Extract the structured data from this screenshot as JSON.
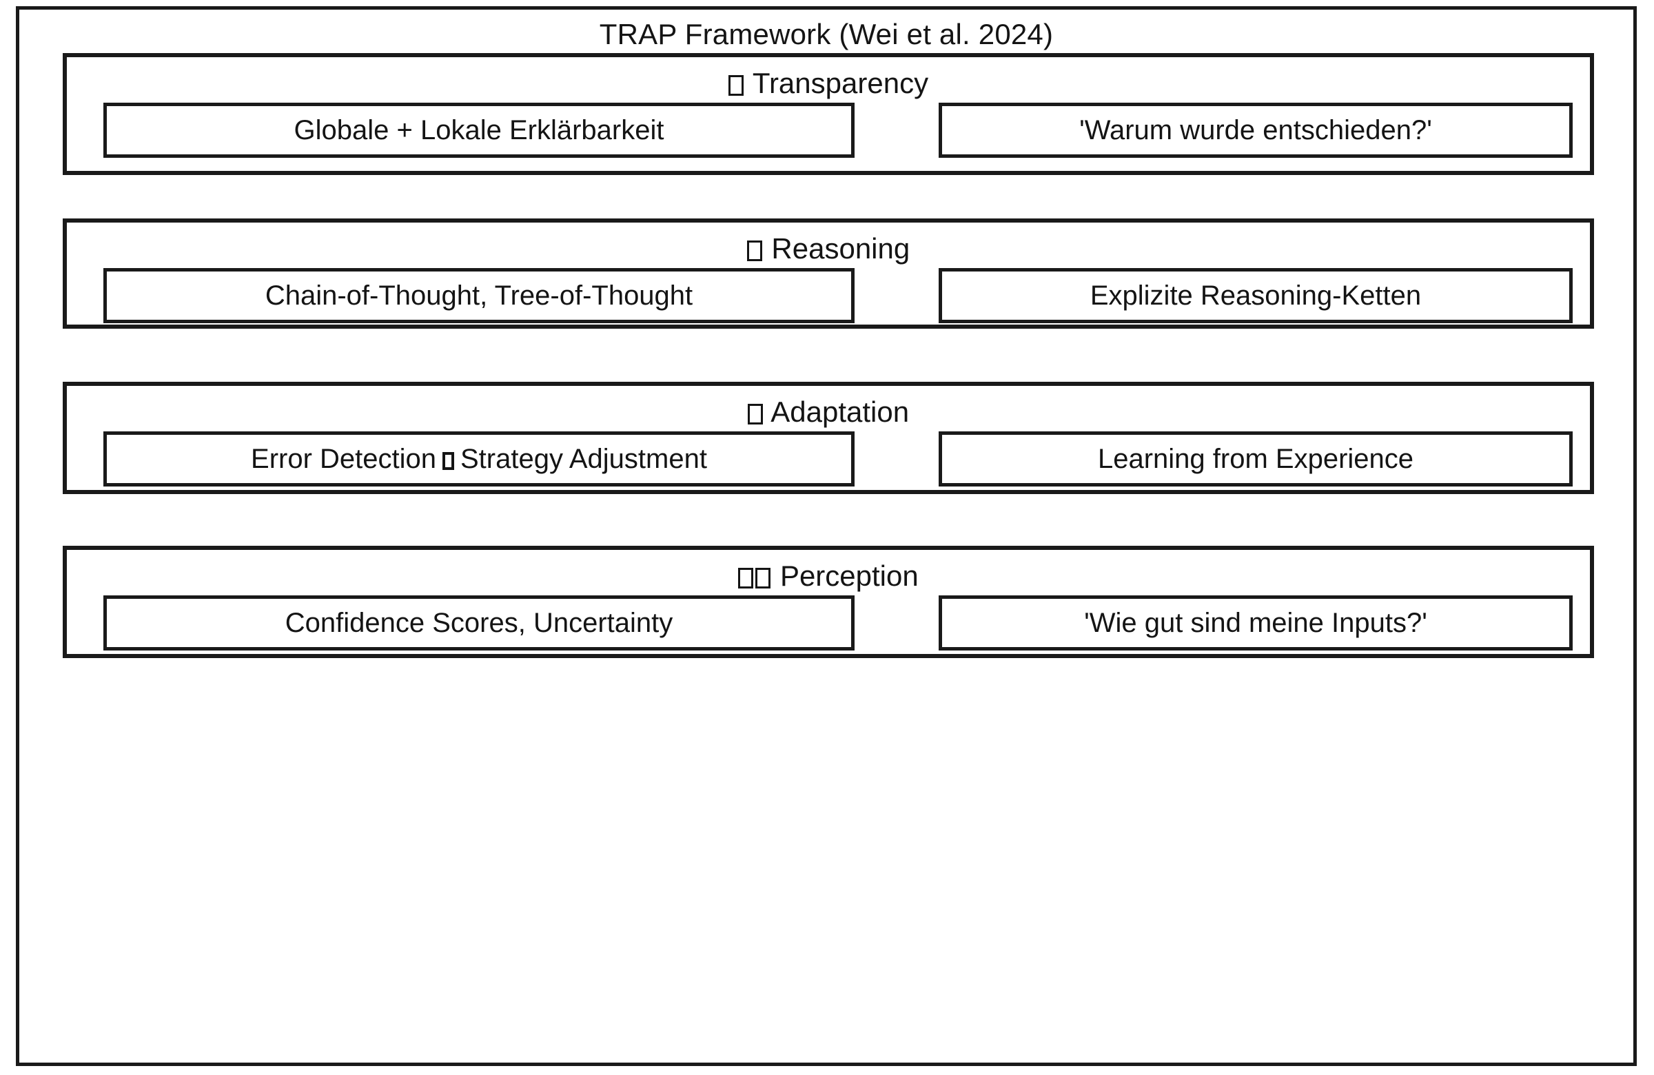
{
  "diagram": {
    "title": "TRAP Framework (Wei et al. 2024)",
    "sections": [
      {
        "id": "transparency",
        "icon_glyphs": 1,
        "title": "Transparency",
        "items": [
          {
            "id": "transparency-left",
            "label": "Globale + Lokale Erklärbarkeit"
          },
          {
            "id": "transparency-right",
            "label": "'Warum wurde entschieden?'"
          }
        ]
      },
      {
        "id": "reasoning",
        "icon_glyphs": 1,
        "title": "Reasoning",
        "items": [
          {
            "id": "reasoning-left",
            "label": "Chain-of-Thought, Tree-of-Thought"
          },
          {
            "id": "reasoning-right",
            "label": "Explizite Reasoning-Ketten"
          }
        ]
      },
      {
        "id": "adaptation",
        "icon_glyphs": 1,
        "title": "Adaptation",
        "items": [
          {
            "id": "adaptation-left",
            "label": "Error Detection □ Strategy Adjustment",
            "label_part_1": "Error Detection",
            "label_part_2": "Strategy Adjustment",
            "has_inline_glyph": true
          },
          {
            "id": "adaptation-right",
            "label": "Learning from Experience"
          }
        ]
      },
      {
        "id": "perception",
        "icon_glyphs": 2,
        "title": "Perception",
        "items": [
          {
            "id": "perception-left",
            "label": "Confidence Scores, Uncertainty"
          },
          {
            "id": "perception-right",
            "label": "'Wie gut sind meine Inputs?'"
          }
        ]
      }
    ]
  },
  "colors": {
    "stroke": "#1a1a1a",
    "text": "#141414",
    "background": "#ffffff"
  }
}
